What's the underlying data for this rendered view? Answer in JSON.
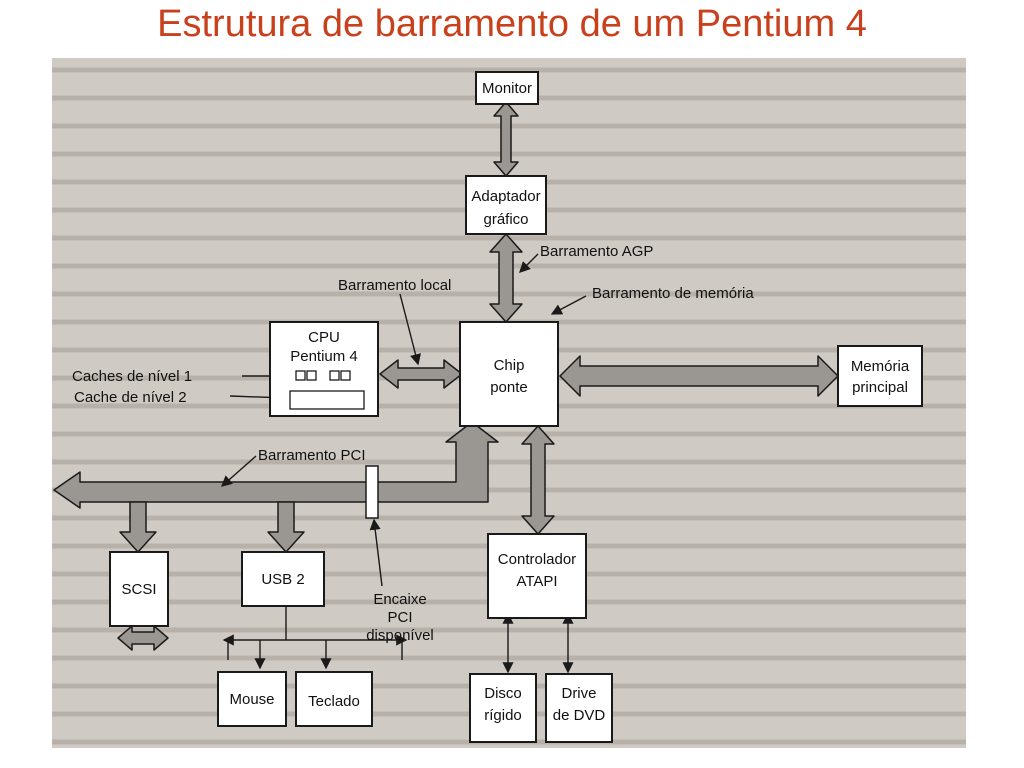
{
  "title": "Estrutura de barramento de um Pentium 4",
  "colors": {
    "title": "#c8401c",
    "scan_background": "#cfcac4",
    "box_fill": "#ffffff",
    "box_stroke": "#1a1a1a",
    "bus_fill": "#9a9692",
    "text": "#111111"
  },
  "blocks": {
    "monitor": "Monitor",
    "graphics_adapter": [
      "Adaptador",
      "gráfico"
    ],
    "cpu": [
      "CPU",
      "Pentium 4"
    ],
    "chip_bridge": [
      "Chip",
      "ponte"
    ],
    "main_memory": [
      "Memória",
      "principal"
    ],
    "scsi": "SCSI",
    "usb": "USB 2",
    "atapi_controller": [
      "Controlador",
      "ATAPI"
    ],
    "mouse": "Mouse",
    "keyboard": "Teclado",
    "hard_disk": [
      "Disco",
      "rígido"
    ],
    "dvd_drive": [
      "Drive",
      "de DVD"
    ]
  },
  "labels": {
    "agp_bus": "Barramento AGP",
    "local_bus": "Barramento local",
    "memory_bus": "Barramento de memória",
    "pci_bus": "Barramento PCI",
    "level1_caches": "Caches de nível 1",
    "level2_cache": "Cache de nível 2",
    "pci_slot": [
      "Encaixe",
      "PCI",
      "disponível"
    ]
  }
}
